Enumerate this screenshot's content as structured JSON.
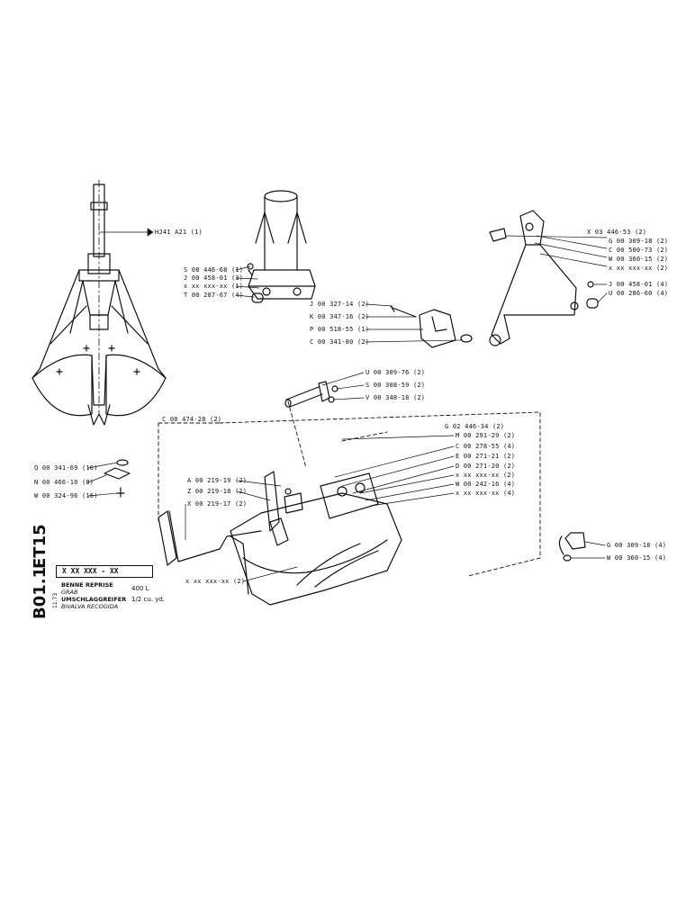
{
  "sheet": {
    "code_main": "ET15",
    "code_sub": "B01.1",
    "date": "11.73",
    "ref": "X XX XXX - XX",
    "names": [
      "BENNE REPRISE",
      "GRAB",
      "UMSCHLAGGREIFER",
      "BIVALVA RECOGIDA"
    ],
    "capacity": [
      "400 L",
      "1/2 cu. yd."
    ]
  },
  "labels": {
    "hj41": "HJ41  A21  (1)",
    "s08": "S 08  446-68  (1)",
    "j00_458_3": "J 00  458-01  (3)",
    "xx_1": "x  xx  xxx-xx  (1)",
    "t00": "T 00  287-67  (4)",
    "j00_327": "J 00  327-14  (2)",
    "k00": "K 00  347-16  (2)",
    "p00": "P 00  518-55  (1)",
    "c00_341": "C 00  341-80  (2)",
    "x03": "X 03  446-53  (2)",
    "g00_309_2": "G 00  309-18  (2)",
    "c00_500": "C 00  500-73  (2)",
    "w00_360_2": "W 00  360-15  (2)",
    "xx_2a": "x  xx  xxx-xx  (2)",
    "j00_458_4": "J 00  458-01  (4)",
    "u00_286": "U 00  286-60  (4)",
    "u00_309": "U 00  309-76  (2)",
    "s00_308": "S 00  308-59  (2)",
    "v00_348": "V 00  348-18  (2)",
    "c00_474": "C 00  474-28  (2)",
    "g02": "G 02  446-34  (2)",
    "m00": "M 00  291-29  (2)",
    "c00_278": "C 00  278-55  (4)",
    "e00": "E 00  271-21  (2)",
    "d00": "D 00  271-20  (2)",
    "xx_2b": "x  xx  xxx-xx  (2)",
    "w00_242": "W 00  242-16  (4)",
    "xx_4": "x  xx  xxx-xx  (4)",
    "q00": "Q 00  341-69  (16)",
    "n00": "N 00  466-10  (8)",
    "w00_324": "W 00  324-96  (16)",
    "a00": "A 00  219-19  (2)",
    "z00": "Z 00  219-18  (2)",
    "x00": "X 00  219-17  (2)",
    "xx_2c": "x  xx  xxx-xx  (2)",
    "g00_309_4": "G 00  309-18  (4)",
    "w00_360_4": "W 00  360-15  (4)"
  }
}
